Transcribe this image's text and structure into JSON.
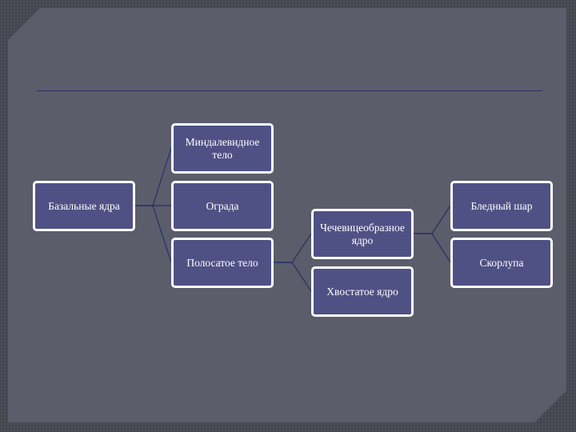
{
  "nodes": {
    "basal": "Базальные ядра",
    "almond": "Миндалевидное тело",
    "fence": "Ограда",
    "striate": "Полосатое тело",
    "lentiform": "Чечевицеобразное ядро",
    "caudate": "Хвостатое ядро",
    "globus": "Бледный шар",
    "putamen": "Скорлупа"
  },
  "colors": {
    "background": "#44464f",
    "slide": "#5b5d6b",
    "node_fill": "#4f5185",
    "node_border": "#ffffff",
    "connector": "#2a2f66"
  }
}
